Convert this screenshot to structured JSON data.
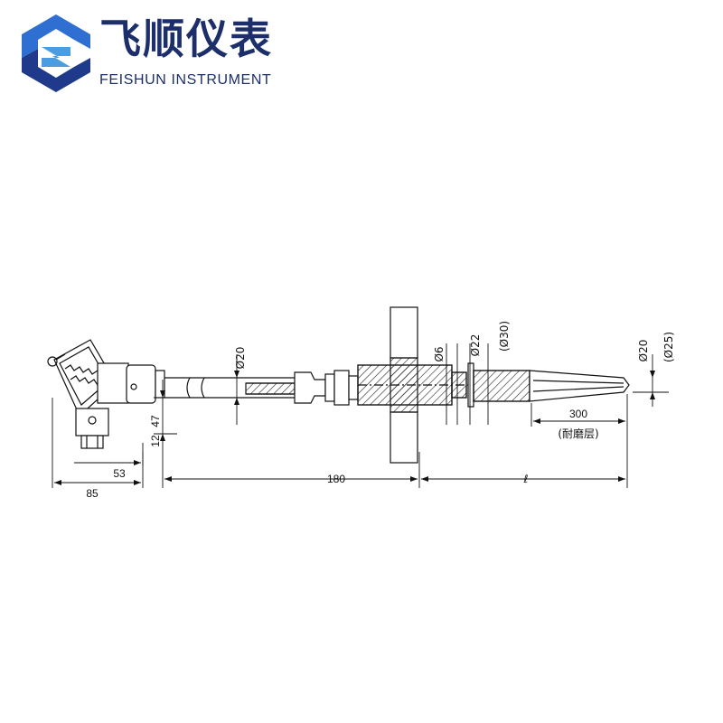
{
  "brand": {
    "name_cn": "飞顺仪表",
    "name_en": "FEISHUN INSTRUMENT",
    "logo_colors": {
      "dark": "#1f3a8a",
      "light": "#2f6fd1",
      "accent": "#4a9de0"
    }
  },
  "drawing": {
    "dimensions": {
      "head_width": "85",
      "head_offset": "53",
      "head_height": "47",
      "head_low": "12",
      "neck_diameter": "Ø20",
      "extension_length": "180",
      "thread_diameter": "Ø6",
      "flange_bore": "Ø22",
      "flange_outer": "(Ø30)",
      "insertion_length": "ℓ",
      "wear_length": "300",
      "wear_label": "(耐磨层)",
      "tip_diameter": "Ø20",
      "tip_outer": "(Ø25)"
    }
  }
}
